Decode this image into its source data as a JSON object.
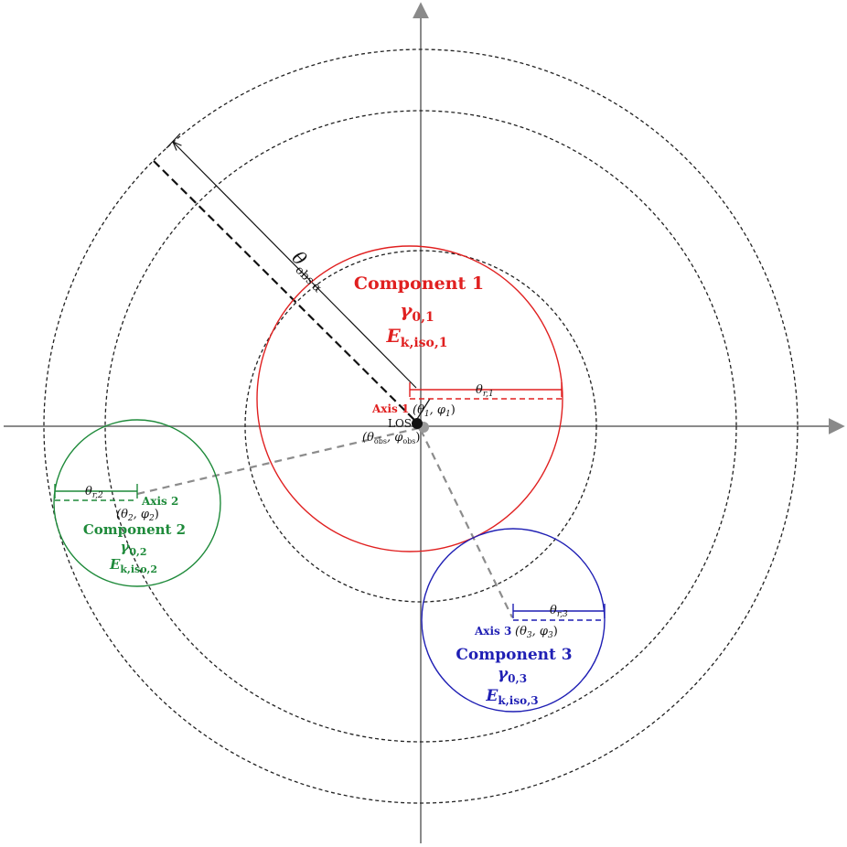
{
  "colors": {
    "component_1": "#e02020",
    "component_2": "#1e8a3a",
    "component_3": "#1f1fb4",
    "axes": "#8a8a8a",
    "rings": "#222222",
    "los_line": "#8c8c8c"
  },
  "components": {
    "c1": {
      "name": "Component 1",
      "gamma": "γ",
      "gamma_sub": "0,1",
      "energy": "E",
      "energy_sub": "k,iso,1",
      "axis_label": "Axis 1",
      "coords_open": "(θ",
      "coords_sub1": "1",
      "coords_mid": ", φ",
      "coords_sub2": "1",
      "coords_close": ")",
      "radius_symbol": "θ",
      "radius_sub": "r,1"
    },
    "c2": {
      "name": "Component 2",
      "gamma": "γ",
      "gamma_sub": "0,2",
      "energy": "E",
      "energy_sub": "k,iso,2",
      "axis_label": "Axis 2",
      "coords_open": "(θ",
      "coords_sub1": "2",
      "coords_mid": ", φ",
      "coords_sub2": "2",
      "coords_close": ")",
      "radius_symbol": "θ",
      "radius_sub": "r,2"
    },
    "c3": {
      "name": "Component 3",
      "gamma": "γ",
      "gamma_sub": "0,3",
      "energy": "E",
      "energy_sub": "k,iso,3",
      "axis_label": "Axis 3",
      "coords_open": "(θ",
      "coords_sub1": "3",
      "coords_mid": ", φ",
      "coords_sub2": "3",
      "coords_close": ")",
      "radius_symbol": "θ",
      "radius_sub": "r,3"
    }
  },
  "los": {
    "label": "LOS",
    "coords_open": "(θ",
    "coords_sub1": "obs",
    "coords_mid": ", φ",
    "coords_sub2": "obs",
    "coords_close": ")"
  },
  "obs_angle": {
    "symbol": "θ",
    "sub": "obs",
    "suffix": "α"
  }
}
